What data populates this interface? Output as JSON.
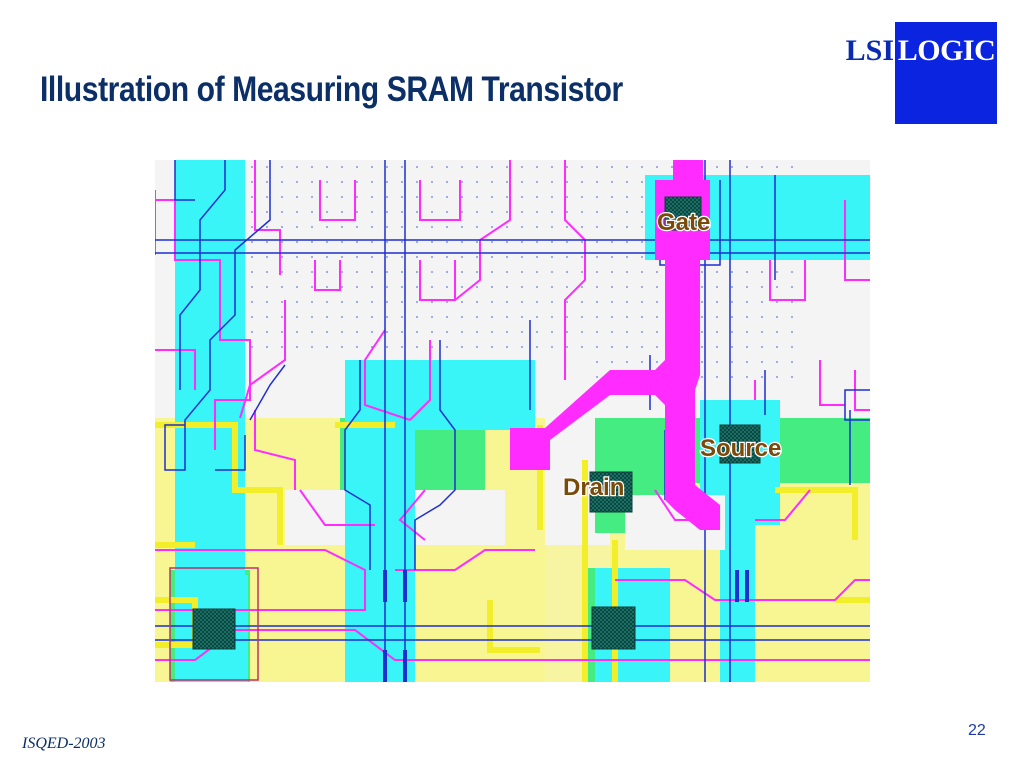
{
  "slide": {
    "title": "Illustration of Measuring SRAM Transistor",
    "footer_left": "ISQED-2003",
    "page_number": "22"
  },
  "logo": {
    "left_text": "LSI",
    "right_text": "LOGIC",
    "colors": {
      "box": "#0a24e0",
      "left_text": "#0a2ab2",
      "right_text": "#ffffff"
    }
  },
  "figure": {
    "labels": {
      "gate": "Gate",
      "source": "Source",
      "drain": "Drain"
    },
    "colors": {
      "diffusion": "#39f5f8",
      "nwell": "#f8f593",
      "implant": "#45ec82",
      "poly": "#ff2bff",
      "metal_outline": "#ff2bff",
      "metal1": "#1e2fd0",
      "contact": "#146a5e",
      "label_text": "#7a4a0a",
      "background": "#f4f4f4"
    }
  }
}
